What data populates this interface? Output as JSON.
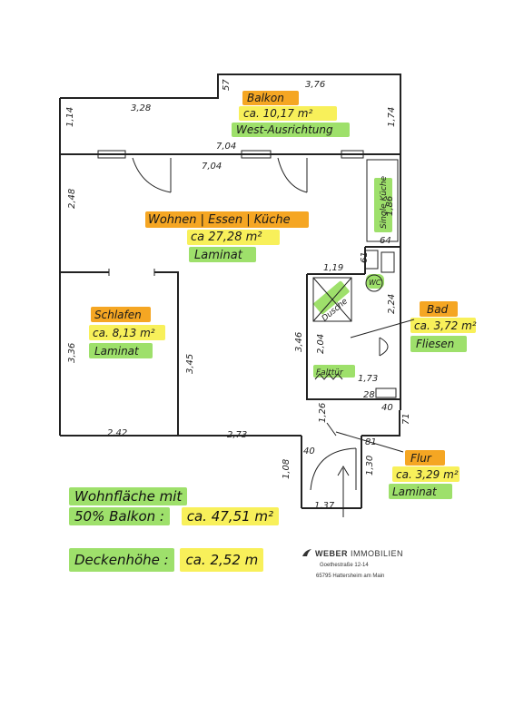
{
  "colors": {
    "orange": "#f5a623",
    "yellow": "#f8f05a",
    "green": "#9ee06b",
    "ink": "#222222"
  },
  "rooms": {
    "balkon": {
      "name": "Balkon",
      "area": "ca. 10,17 m²",
      "note": "West-Ausrichtung"
    },
    "wohnen": {
      "name": "Wohnen | Essen | Küche",
      "area": "ca 27,28 m²",
      "floor": "Laminat"
    },
    "schlafen": {
      "name": "Schlafen",
      "area": "ca. 8,13 m²",
      "floor": "Laminat"
    },
    "bad": {
      "name": "Bad",
      "area": "ca. 3,72 m²",
      "floor": "Fliesen"
    },
    "flur": {
      "name": "Flur",
      "area": "ca. 3,29 m²",
      "floor": "Laminat"
    }
  },
  "fixtures": {
    "singleküche": "Single Küche",
    "dusche": "Dusche",
    "wc": "WC",
    "falttuer": "Falttür"
  },
  "dimensions": {
    "d_376": "3,76",
    "d_57": "57",
    "d_328": "3,28",
    "d_114": "1,14",
    "d_174": "1,74",
    "d_704a": "7,04",
    "d_704b": "7,04",
    "d_248": "2,48",
    "d_186": "1,86",
    "d_64": "64",
    "d_119": "1,19",
    "d_61": "61",
    "d_224": "2,24",
    "d_336": "3,36",
    "d_345": "3,45",
    "d_346": "3,46",
    "d_204": "2,04",
    "d_173": "1,73",
    "d_28": "28",
    "d_40a": "40",
    "d_71": "71",
    "d_242": "2,42",
    "d_273": "2,73",
    "d_126": "1,26",
    "d_81": "81",
    "d_40b": "40",
    "d_108": "1,08",
    "d_130": "1,30",
    "d_137": "1,37"
  },
  "summary": {
    "area_label_1": "Wohnfläche mit",
    "area_label_2": "50% Balkon :",
    "area_value": "ca. 47,51 m²",
    "height_label": "Deckenhöhe :",
    "height_value": "ca. 2,52 m"
  },
  "logo": {
    "brand_bold": "WEBER",
    "brand_rest": " IMMOBILIEN",
    "street": "Goethestraße 12-14",
    "city": "65795 Hattersheim am Main"
  }
}
